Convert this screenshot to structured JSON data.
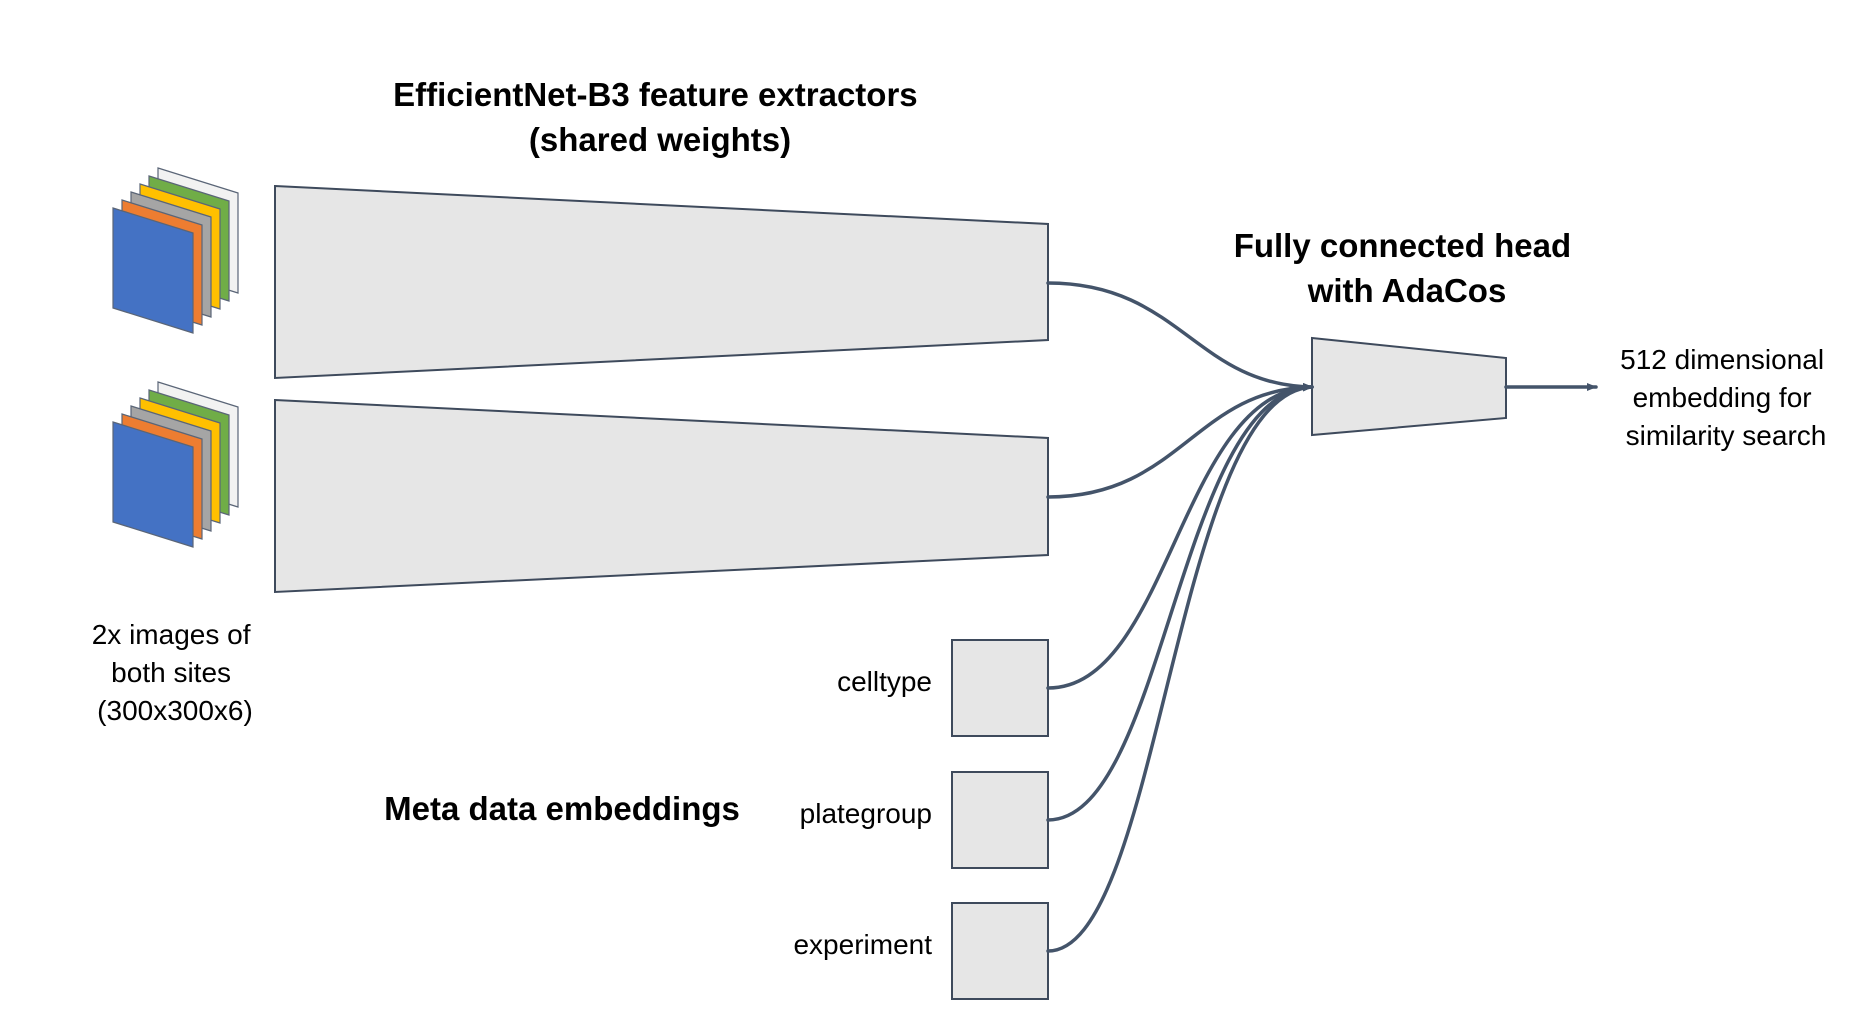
{
  "colors": {
    "block_fill": "#e6e6e6",
    "block_stroke": "#3e4a5c",
    "connector": "#44546a",
    "channel_colors": [
      "#4472c4",
      "#ed7d31",
      "#a5a5a5",
      "#ffc000",
      "#70ad47",
      "#f2f2f2"
    ]
  },
  "labels": {
    "extractor_title": [
      "EfficientNet-B3 feature extractors",
      "(shared weights)"
    ],
    "head_title": [
      "Fully connected head",
      "with AdaCos"
    ],
    "output": [
      "512 dimensional",
      "embedding for",
      "similarity search"
    ],
    "input": [
      "2x images of",
      "both sites",
      "(300x300x6)"
    ],
    "meta_title": "Meta data embeddings",
    "meta_items": [
      "celltype",
      "plategroup",
      "experiment"
    ]
  },
  "icons": {
    "image_stack": "channel-stack-icon",
    "arrow": "arrow-right-icon"
  }
}
